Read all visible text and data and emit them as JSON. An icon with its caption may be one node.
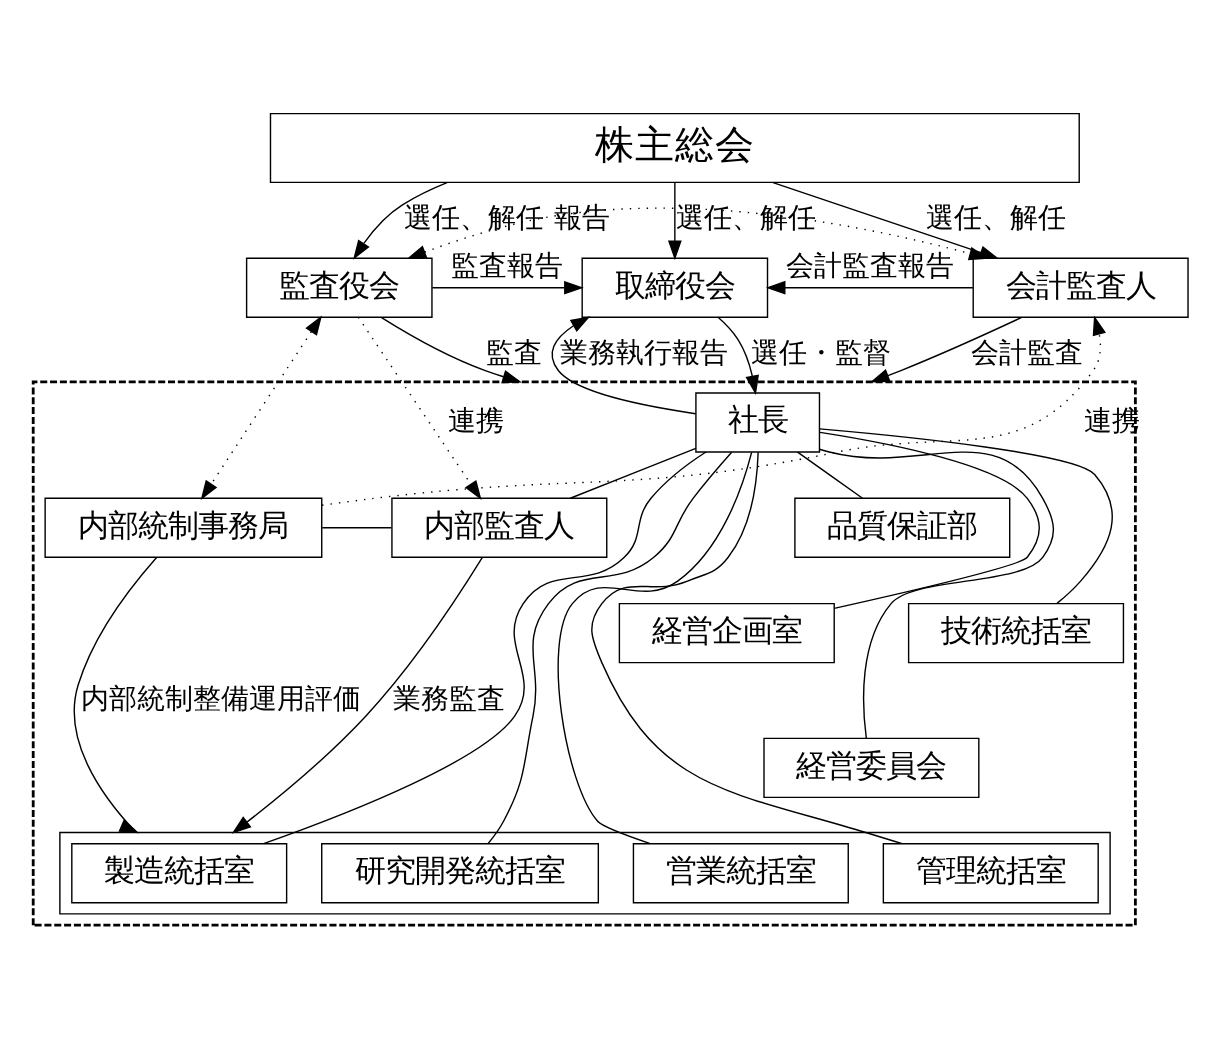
{
  "diagram": {
    "nodes": [
      {
        "text": [
          "株主総会"
        ]
      },
      {
        "text": [
          "監査役会"
        ]
      },
      {
        "text": [
          "取締役会"
        ]
      },
      {
        "text": [
          "会計監査人"
        ]
      },
      {
        "text": [],
        "shape": "box"
      },
      {
        "text": [
          "社長"
        ],
        "in": 4
      },
      {
        "text": [
          "内部統制事務局"
        ],
        "in": 4
      },
      {
        "text": [
          "内部監査人"
        ],
        "in": 4
      },
      {
        "text": [
          "品質保証部"
        ],
        "in": 4
      },
      {
        "text": [
          "経営企画室"
        ],
        "in": 4
      },
      {
        "text": [
          "経営委員会"
        ],
        "in": 4
      },
      {
        "text": [
          "技術統括室"
        ],
        "in": 4
      },
      {
        "text": [],
        "shape": "box",
        "in": 4
      },
      {
        "text": [
          "製造統括室"
        ],
        "in": 12
      },
      {
        "text": [
          "研究開発統括室"
        ],
        "in": 12
      },
      {
        "text": [
          "営業統括室"
        ],
        "in": 12
      },
      {
        "text": [
          "管理統括室"
        ],
        "in": 12
      }
    ],
    "edges": [
      {
        "from": 0,
        "to": 1,
        "arrow": "to",
        "label": "選任、解任"
      },
      {
        "from": 0,
        "to": 2,
        "arrow": "to",
        "label": "選任、解任"
      },
      {
        "from": 0,
        "to": 3,
        "arrow": "to",
        "label": "選任、解任"
      },
      {
        "from": 1,
        "to": 2,
        "arrow": "to",
        "label": "監査報告"
      },
      {
        "from": 3,
        "to": 2,
        "arrow": "to",
        "label": "会計監査報告"
      },
      {
        "from": 1,
        "to": 3,
        "arrow": "both",
        "label": "報告",
        "style": "dashed"
      },
      {
        "from": 1,
        "to": 4,
        "arrow": "to",
        "label": "監査"
      },
      {
        "from": 3,
        "to": 4,
        "arrow": "to",
        "label": "会計監査"
      },
      {
        "from": 2,
        "to": 5,
        "arrow": "to",
        "label": "選任・監督"
      },
      {
        "from": 5,
        "to": 2,
        "arrow": "to",
        "label": "業務執行報告"
      },
      {
        "from": 1,
        "to": 6,
        "arrow": "both",
        "style": "dashed"
      },
      {
        "from": 6,
        "to": 3,
        "arrow": "to",
        "label": "連携",
        "style": "dashed"
      },
      {
        "from": 1,
        "to": 7,
        "arrow": "to",
        "label": "連携",
        "style": "dashed"
      },
      {
        "from": 6,
        "to": 7,
        "arrow": "none"
      },
      {
        "from": 5,
        "to": 7,
        "arrow": "none"
      },
      {
        "from": 5,
        "to": 8,
        "arrow": "none"
      },
      {
        "from": 5,
        "to": 9,
        "arrow": "none"
      },
      {
        "from": 5,
        "to": 10,
        "arrow": "none"
      },
      {
        "from": 5,
        "to": 11,
        "arrow": "none"
      },
      {
        "from": 6,
        "to": 12,
        "arrow": "to",
        "label": "内部統制整備運用評価"
      },
      {
        "from": 7,
        "to": 12,
        "arrow": "to",
        "label": "業務監査"
      },
      {
        "from": 5,
        "to": 13,
        "arrow": "none"
      },
      {
        "from": 5,
        "to": 14,
        "arrow": "none"
      },
      {
        "from": 5,
        "to": 15,
        "arrow": "none"
      },
      {
        "from": 5,
        "to": 16,
        "arrow": "none"
      }
    ]
  }
}
